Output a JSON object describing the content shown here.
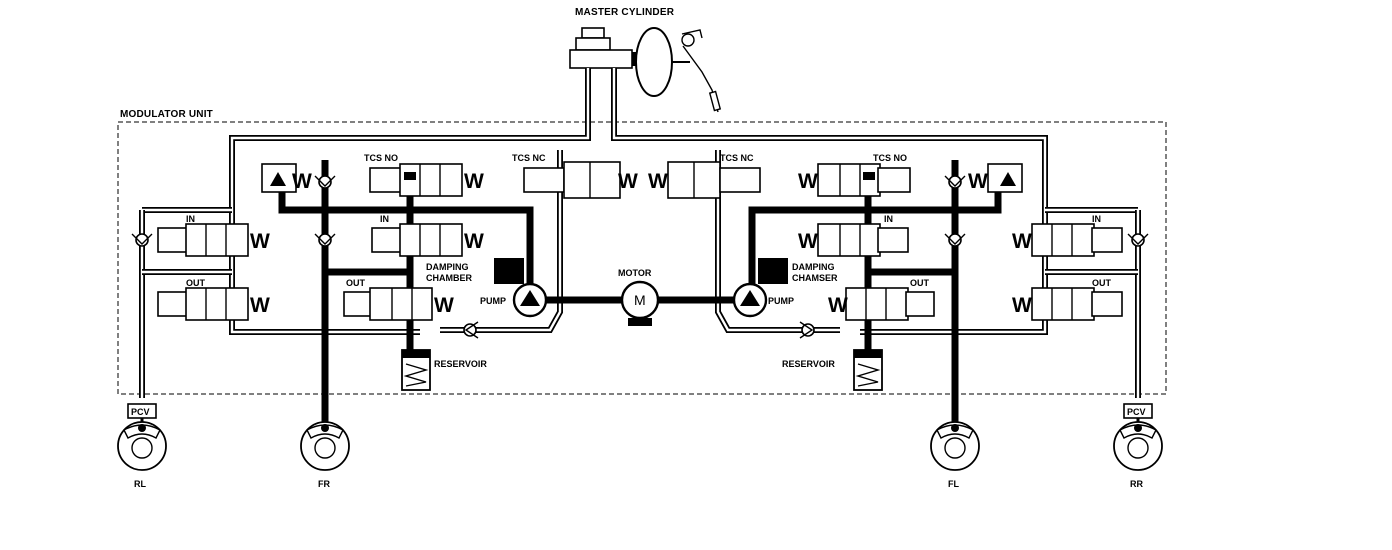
{
  "labels": {
    "master_cylinder": "MASTER CYLINDER",
    "modulator_unit": "MODULATOR UNIT",
    "tcs_no": "TCS NO",
    "tcs_nc": "TCS NC",
    "in": "IN",
    "out": "OUT",
    "damping_chamber_left_1": "DAMPING",
    "damping_chamber_left_2": "CHAMBER",
    "damping_chamber_right_1": "DAMPING",
    "damping_chamber_right_2": "CHAMSER",
    "motor": "MOTOR",
    "motor_symbol": "M",
    "pump": "PUMP",
    "reservoir": "RESERVOIR",
    "pcv": "PCV",
    "spring": "W"
  },
  "wheels": {
    "rl": "RL",
    "fr": "FR",
    "fl": "FL",
    "rr": "RR"
  }
}
